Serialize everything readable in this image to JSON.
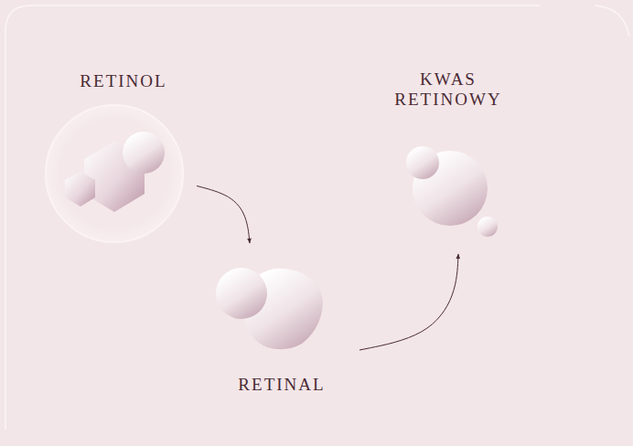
{
  "diagram": {
    "nodes": [
      {
        "text": [
          "RETINOL"
        ]
      },
      {
        "text": [
          "RETINAL"
        ]
      },
      {
        "text": [
          "KWAS RETINOWY"
        ]
      }
    ],
    "edges": [
      {
        "from": 0,
        "to": 1,
        "arrow": "to"
      },
      {
        "from": 1,
        "to": 2,
        "arrow": "to"
      }
    ]
  }
}
